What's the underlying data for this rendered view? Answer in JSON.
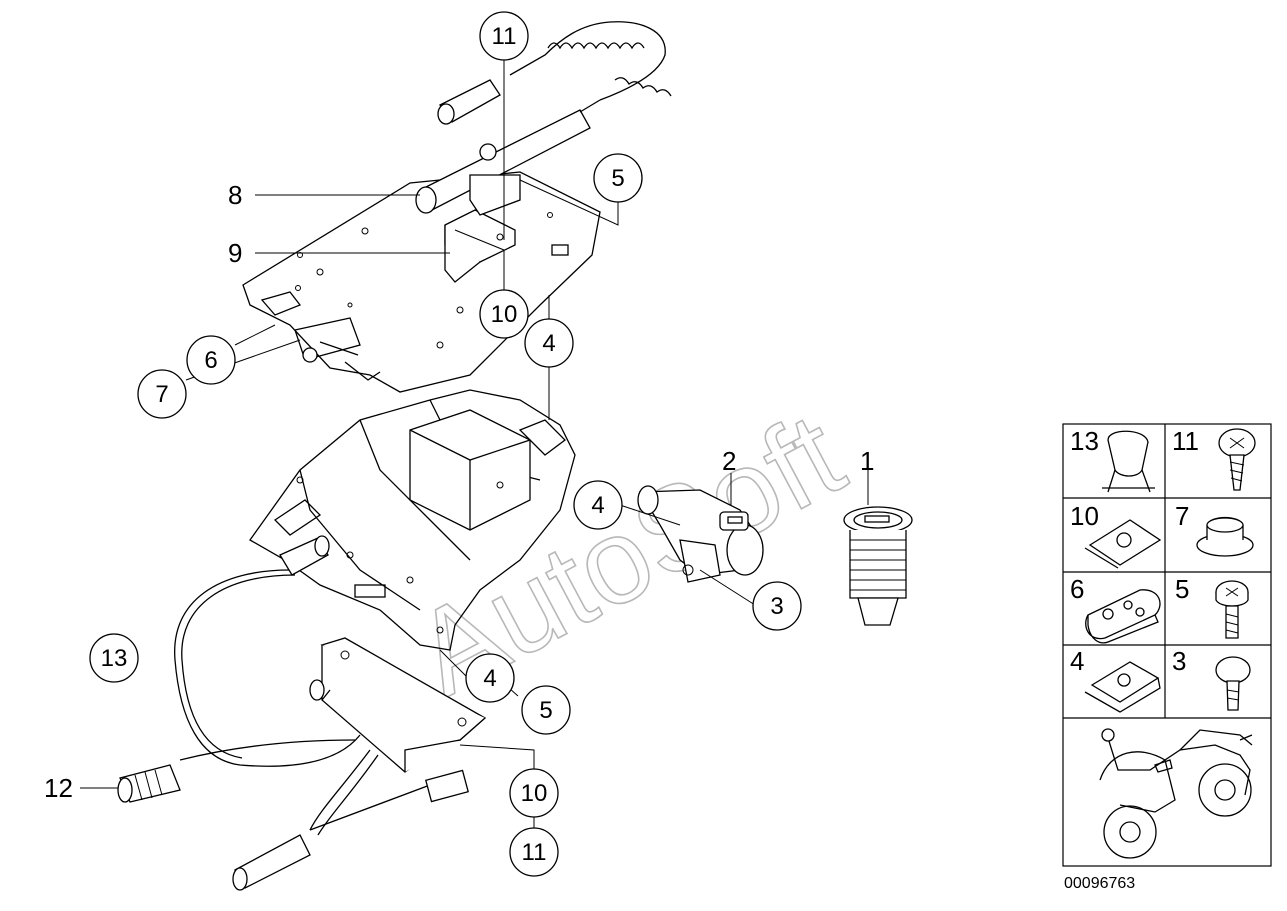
{
  "watermark": "AutoSoft",
  "reference_number": "00096763",
  "callouts": [
    {
      "id": "c11-top",
      "label": "11",
      "circled": true
    },
    {
      "id": "c5-top",
      "label": "5",
      "circled": true
    },
    {
      "id": "c8",
      "label": "8",
      "circled": false
    },
    {
      "id": "c9",
      "label": "9",
      "circled": false
    },
    {
      "id": "c10-top",
      "label": "10",
      "circled": true
    },
    {
      "id": "c4-mid",
      "label": "4",
      "circled": true
    },
    {
      "id": "c6",
      "label": "6",
      "circled": true
    },
    {
      "id": "c7",
      "label": "7",
      "circled": true
    },
    {
      "id": "c2",
      "label": "2",
      "circled": false
    },
    {
      "id": "c4-lock",
      "label": "4",
      "circled": true
    },
    {
      "id": "c1",
      "label": "1",
      "circled": false
    },
    {
      "id": "c3",
      "label": "3",
      "circled": true
    },
    {
      "id": "c13",
      "label": "13",
      "circled": true
    },
    {
      "id": "c4-bottom",
      "label": "4",
      "circled": true
    },
    {
      "id": "c5-bottom",
      "label": "5",
      "circled": true
    },
    {
      "id": "c12",
      "label": "12",
      "circled": false
    },
    {
      "id": "c10-bottom",
      "label": "10",
      "circled": true
    },
    {
      "id": "c11-bottom",
      "label": "11",
      "circled": true
    }
  ],
  "legend": [
    {
      "label": "13",
      "icon": "clip-icon"
    },
    {
      "label": "11",
      "icon": "screw-icon"
    },
    {
      "label": "10",
      "icon": "speed-nut-icon"
    },
    {
      "label": "7",
      "icon": "grommet-icon"
    },
    {
      "label": "6",
      "icon": "rubber-pad-icon"
    },
    {
      "label": "5",
      "icon": "bolt-icon"
    },
    {
      "label": "4",
      "icon": "clip-nut-icon"
    },
    {
      "label": "3",
      "icon": "rivet-icon"
    }
  ],
  "legend_footer_icon": "motorcycle-icon"
}
